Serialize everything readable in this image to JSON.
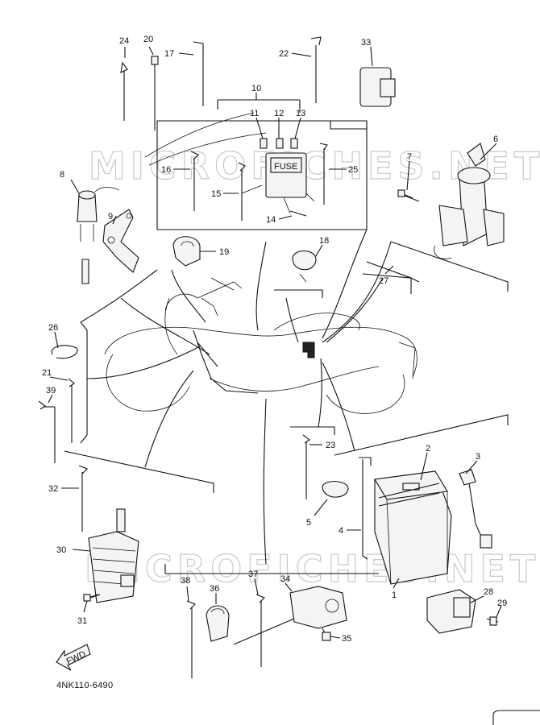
{
  "diagram": {
    "part_code": "4NK110-6490",
    "watermark": "MICROFICHES.NET",
    "fuse_label": "FUSE",
    "fwd_label": "FWD",
    "callouts": [
      "1",
      "2",
      "3",
      "4",
      "5",
      "6",
      "7",
      "8",
      "9",
      "10",
      "11",
      "12",
      "13",
      "14",
      "15",
      "16",
      "17",
      "18",
      "19",
      "20",
      "21",
      "22",
      "23",
      "24",
      "25",
      "26",
      "27",
      "28",
      "29",
      "30",
      "31",
      "32",
      "33",
      "34",
      "35",
      "36",
      "37",
      "38",
      "39"
    ]
  }
}
